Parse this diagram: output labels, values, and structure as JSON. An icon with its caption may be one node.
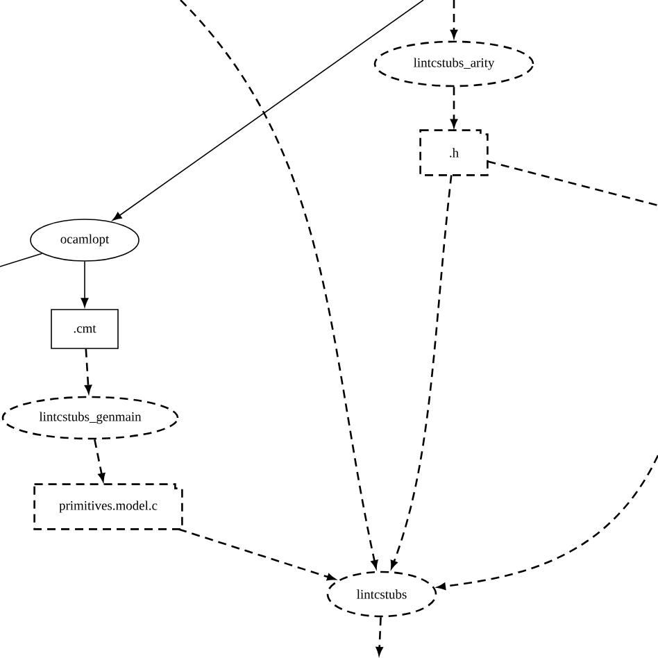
{
  "diagram": {
    "nodes": [
      {
        "text": [
          "ocamlopt"
        ]
      },
      {
        "text": [
          ".cmt"
        ]
      },
      {
        "text": [
          "lintcstubs_genmain"
        ]
      },
      {
        "text": [
          "primitives.model.c"
        ]
      },
      {
        "text": [
          "lintcstubs_arity"
        ]
      },
      {
        "text": [
          ".h"
        ]
      },
      {
        "text": [
          "lintcstubs"
        ]
      }
    ],
    "edges": [
      {
        "from": null,
        "to": 0,
        "arrow": "to"
      },
      {
        "from": 0,
        "to": null,
        "arrow": "none"
      },
      {
        "from": 0,
        "to": 1,
        "arrow": "to"
      },
      {
        "from": 1,
        "to": 2,
        "arrow": "to",
        "style": "dashed"
      },
      {
        "from": 2,
        "to": 3,
        "arrow": "to",
        "style": "dashed"
      },
      {
        "from": 3,
        "to": 6,
        "arrow": "to",
        "style": "dashed"
      },
      {
        "from": null,
        "to": 6,
        "arrow": "to",
        "style": "dashed"
      },
      {
        "from": null,
        "to": 4,
        "arrow": "to",
        "style": "dashed"
      },
      {
        "from": 4,
        "to": 5,
        "arrow": "to",
        "style": "dashed"
      },
      {
        "from": 5,
        "to": 6,
        "arrow": "to",
        "style": "dashed"
      },
      {
        "from": 5,
        "to": null,
        "arrow": "none",
        "style": "dashed"
      },
      {
        "from": null,
        "to": 6,
        "arrow": "to",
        "style": "dashed"
      },
      {
        "from": 6,
        "to": null,
        "arrow": "to",
        "style": "dashed"
      }
    ]
  }
}
